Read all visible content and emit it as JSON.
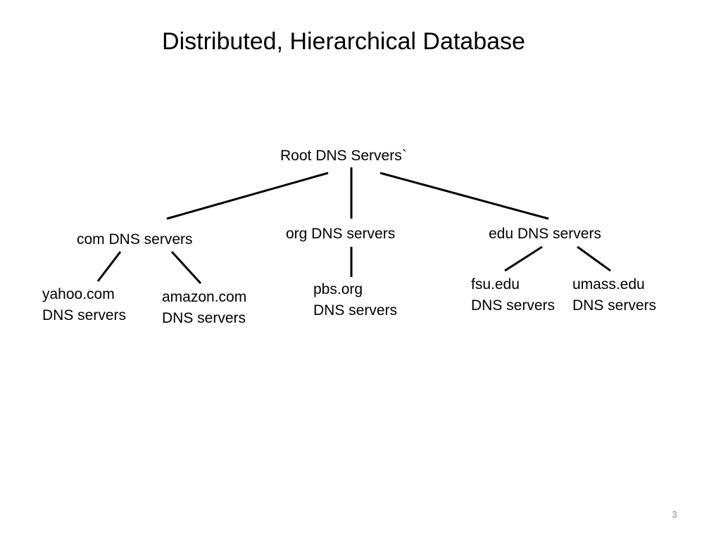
{
  "slide": {
    "title": "Distributed, Hierarchical Database",
    "page_number": "3"
  },
  "diagram": {
    "root": {
      "label": "Root DNS Servers`"
    },
    "com": {
      "label": "com DNS servers",
      "children": [
        {
          "line1": "yahoo.com",
          "line2": "DNS servers"
        },
        {
          "line1": "amazon.com",
          "line2": "DNS servers"
        }
      ]
    },
    "org": {
      "label": "org DNS servers",
      "children": [
        {
          "line1": "pbs.org",
          "line2": "DNS servers"
        }
      ]
    },
    "edu": {
      "label": "edu DNS servers",
      "children": [
        {
          "line1": "fsu.edu",
          "line2": "DNS servers"
        },
        {
          "line1": "umass.edu",
          "line2": "DNS servers"
        }
      ]
    }
  }
}
